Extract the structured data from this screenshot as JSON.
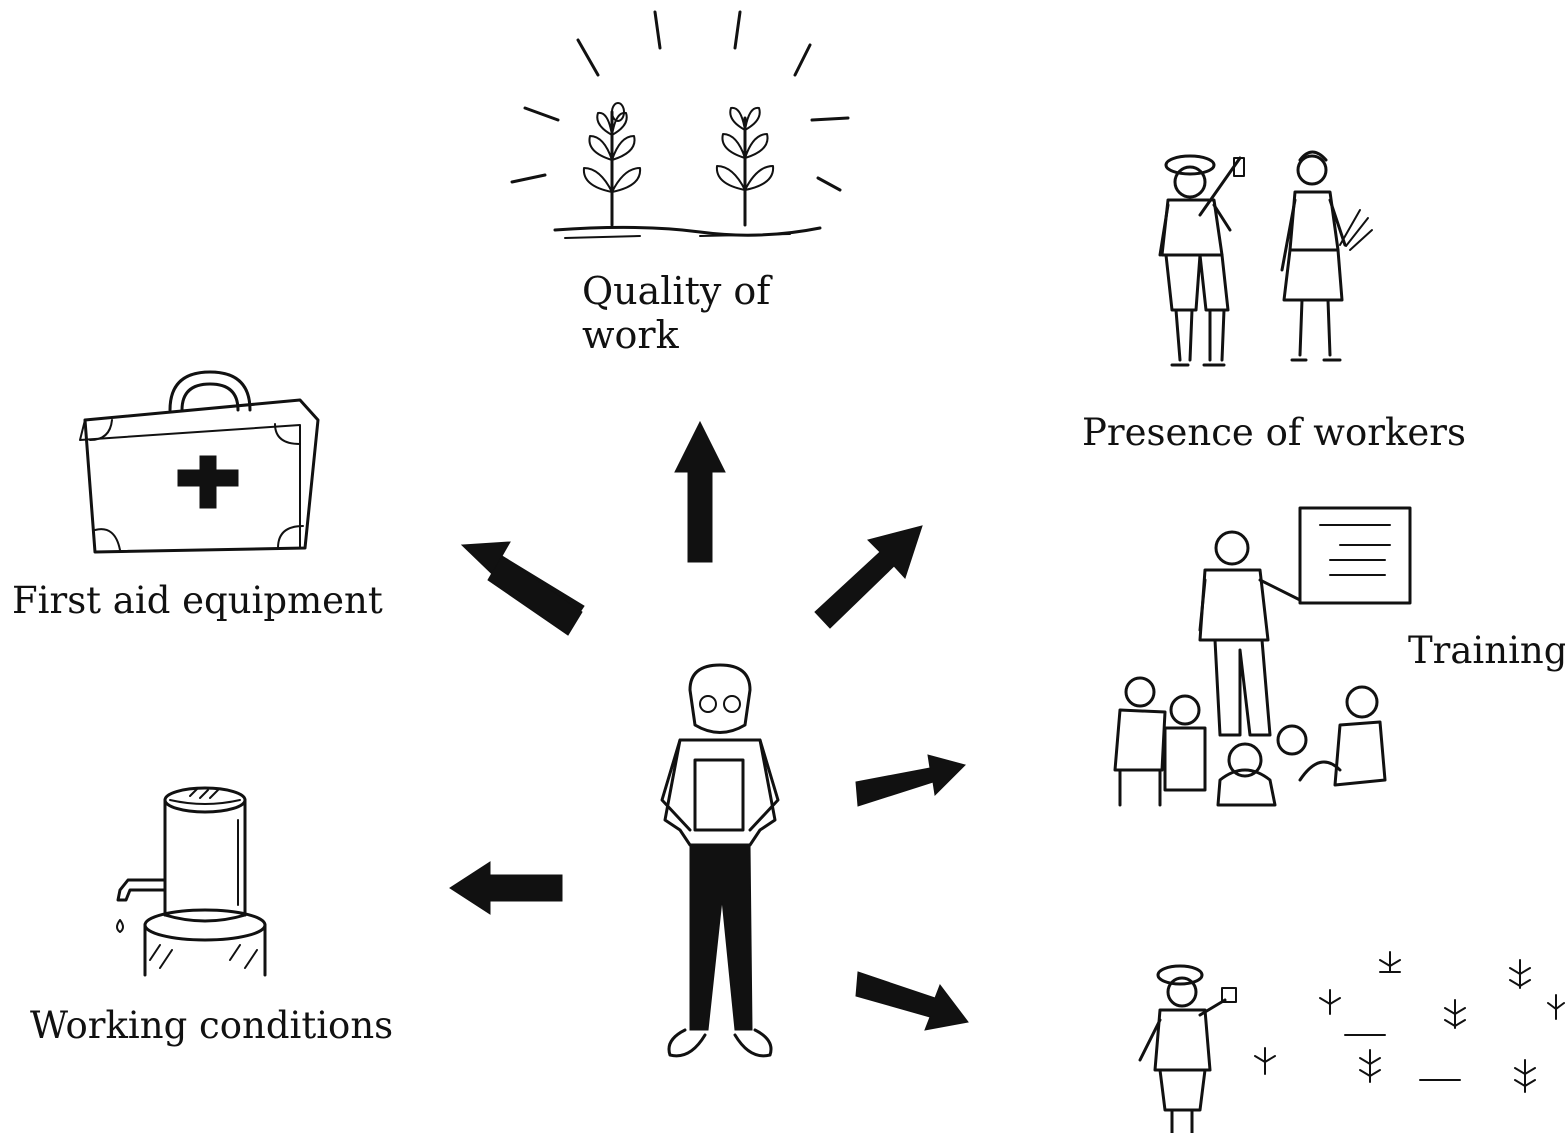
{
  "labels": {
    "quality_of_work": "Quality of\nwork",
    "presence_of_workers": "Presence of workers",
    "first_aid_equipment": "First aid equipment",
    "training": "Training",
    "working_conditions": "Working conditions"
  },
  "icons": {
    "center": "supervisor-with-clipboard",
    "quality": "healthy-plants",
    "presence": "two-workers",
    "first_aid": "first-aid-kit",
    "training": "trainer-with-board",
    "working_conditions": "water-container",
    "bottom_right": "worker-with-seedlings"
  },
  "colors": {
    "ink": "#111111",
    "background": "#ffffff"
  }
}
